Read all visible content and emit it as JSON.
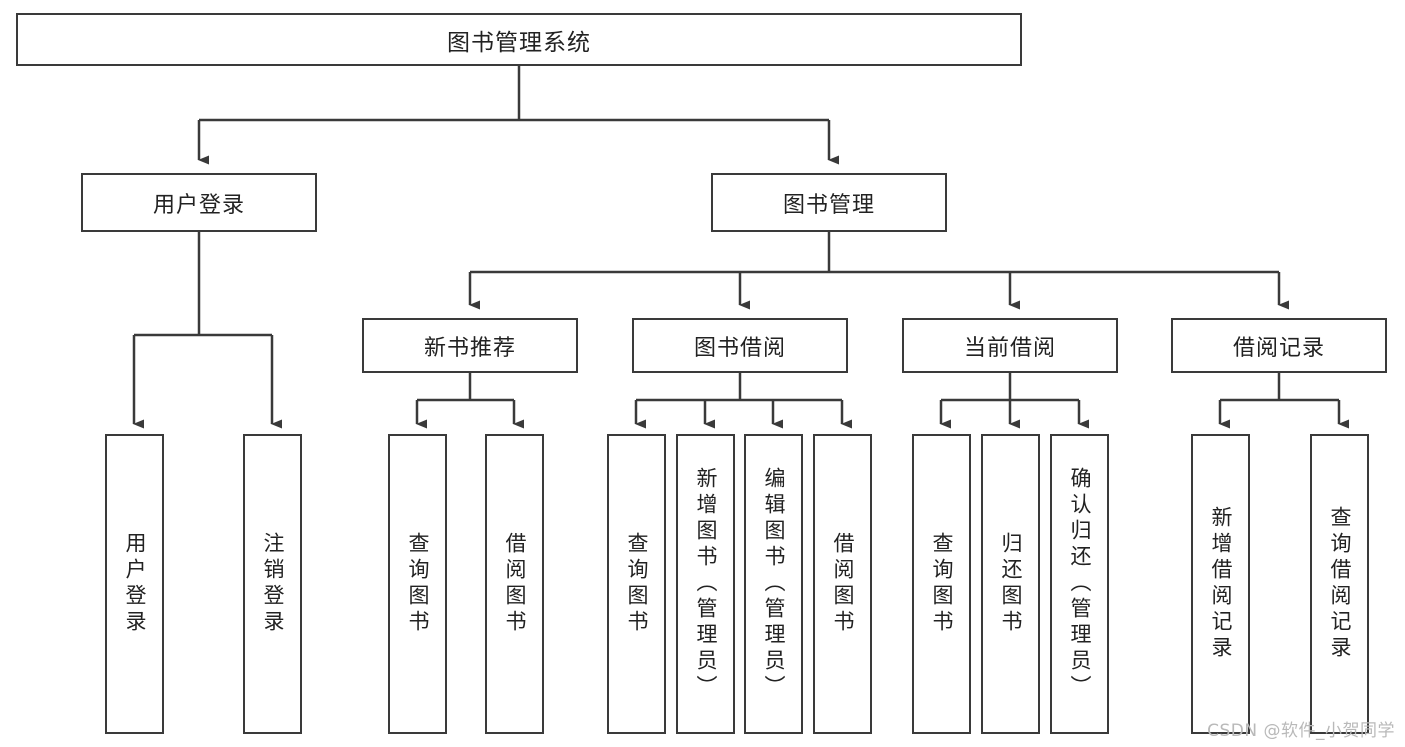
{
  "diagram": {
    "title": "图书管理系统",
    "root": {
      "label": "图书管理系统"
    },
    "level2": [
      {
        "label": "用户登录"
      },
      {
        "label": "图书管理"
      }
    ],
    "level3": [
      {
        "label": "新书推荐"
      },
      {
        "label": "图书借阅"
      },
      {
        "label": "当前借阅"
      },
      {
        "label": "借阅记录"
      }
    ],
    "leaves": [
      {
        "label": "用户登录"
      },
      {
        "label": "注销登录"
      },
      {
        "label": "查询图书"
      },
      {
        "label": "借阅图书"
      },
      {
        "label": "查询图书"
      },
      {
        "label": "新增图书（管理员）"
      },
      {
        "label": "编辑图书（管理员）"
      },
      {
        "label": "借阅图书"
      },
      {
        "label": "查询图书"
      },
      {
        "label": "归还图书"
      },
      {
        "label": "确认归还（管理员）"
      },
      {
        "label": "新增借阅记录"
      },
      {
        "label": "查询借阅记录"
      }
    ]
  },
  "watermark": {
    "text": "CSDN @软件_小贺同学"
  },
  "colors": {
    "stroke": "#3a3a3a",
    "fill": "#ffffff",
    "text": "#222222",
    "watermark": "#b9b9b9"
  }
}
